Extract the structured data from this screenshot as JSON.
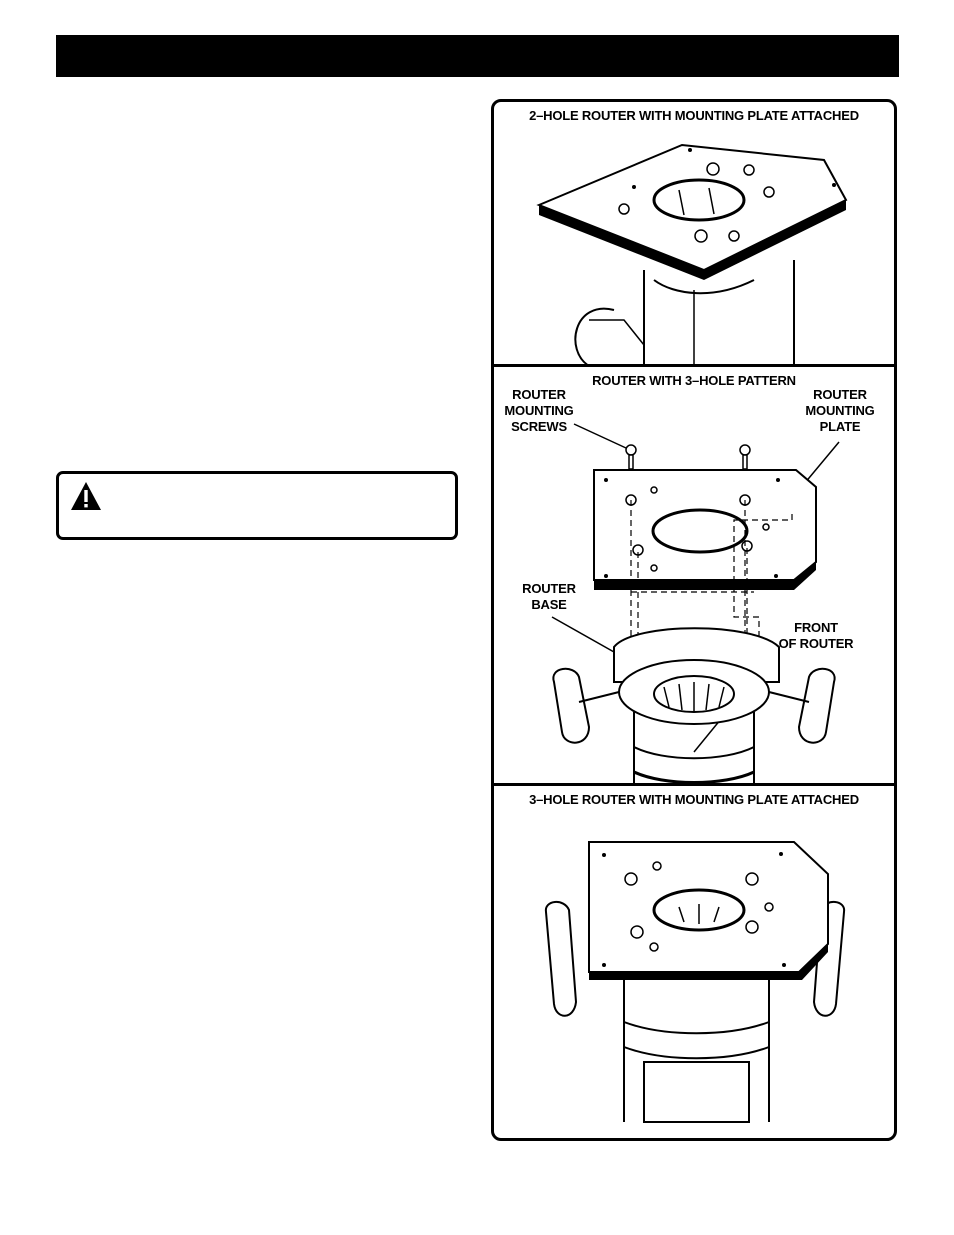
{
  "figure": {
    "caption_top": "2–HOLE ROUTER WITH MOUNTING PLATE ATTACHED",
    "caption_middle": "ROUTER WITH 3–HOLE PATTERN",
    "caption_bottom": "3–HOLE ROUTER WITH MOUNTING PLATE ATTACHED",
    "callouts": {
      "mounting_screws": "ROUTER\nMOUNTING\nSCREWS",
      "mounting_plate": "ROUTER\nMOUNTING\nPLATE",
      "router_base": "ROUTER\nBASE",
      "front_of_router": "FRONT\nOF ROUTER"
    }
  }
}
